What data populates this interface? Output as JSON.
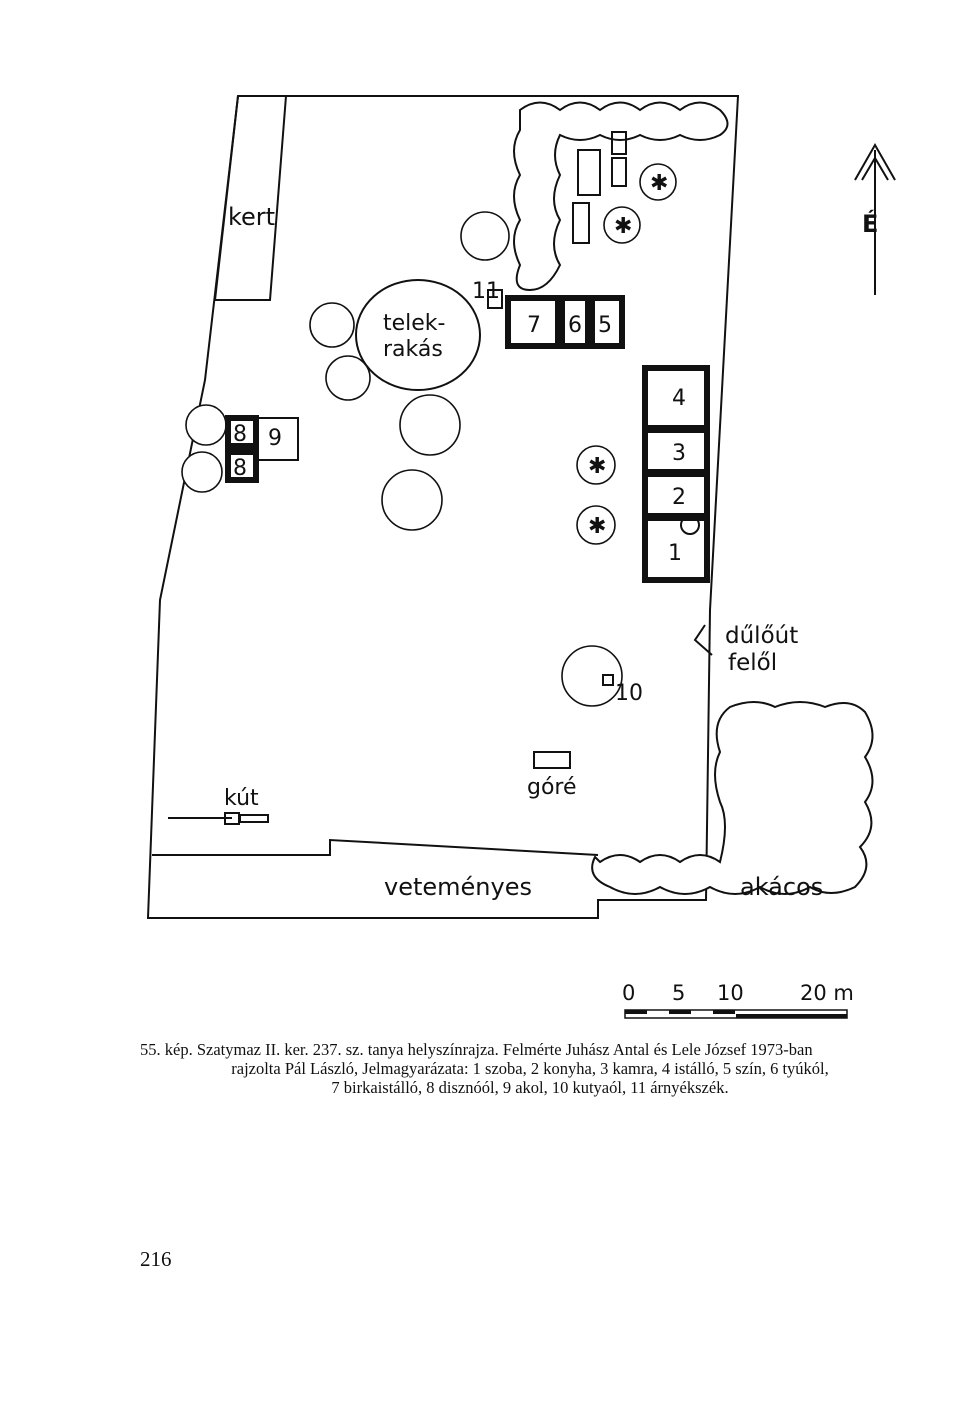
{
  "map": {
    "labels": {
      "kert": "kert",
      "telek_rakas_line1": "telek-",
      "telek_rakas_line2": "rakás",
      "kut": "kút",
      "gore": "góré",
      "vetemenyes": "veteményes",
      "akacos": "akácos",
      "duloout_line1": "dűlőút",
      "duloout_line2": "felől",
      "north": "É"
    },
    "buildings": {
      "b1": "1",
      "b2": "2",
      "b3": "3",
      "b4": "4",
      "b5": "5",
      "b6": "6",
      "b7": "7",
      "b8a": "8",
      "b8b": "8",
      "b9": "9",
      "b10": "10",
      "b11": "11"
    },
    "scale": {
      "t0": "0",
      "t5": "5",
      "t10": "10",
      "t20": "20 m"
    }
  },
  "caption": {
    "line1": "55. kép. Szatymaz II. ker. 237. sz. tanya helyszínrajza. Felmérte Juhász Antal és Lele József 1973-ban",
    "line2": "rajzolta Pál László, Jelmagyarázata: 1 szoba, 2 konyha, 3 kamra, 4 istálló, 5 szín, 6 tyúkól,",
    "line3": "7 birkaistálló, 8 disznóól, 9 akol, 10 kutyaól, 11 árnyékszék."
  },
  "page_number": "216"
}
